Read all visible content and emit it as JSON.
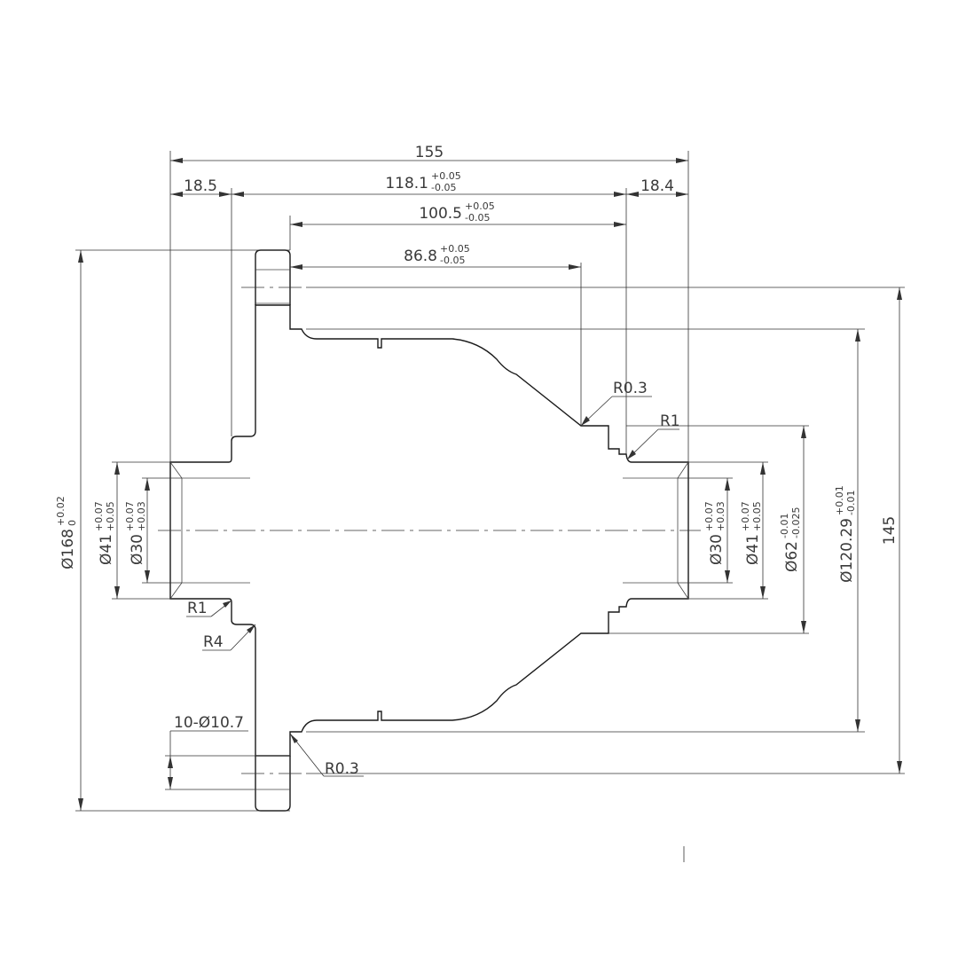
{
  "drawing": {
    "overall_length": "155",
    "left_flange": "18.5",
    "right_offset": "18.4",
    "len_118": {
      "base": "118.1",
      "upper": "+0.05",
      "lower": "-0.05"
    },
    "len_100": {
      "base": "100.5",
      "upper": "+0.05",
      "lower": "-0.05"
    },
    "len_86": {
      "base": "86.8",
      "upper": "+0.05",
      "lower": "-0.05"
    },
    "radius_r03_top": "R0.3",
    "radius_r1_right": "R1",
    "radius_r1_left": "R1",
    "radius_r4": "R4",
    "holes": "10-Ø10.7",
    "radius_r03_bottom": "R0.3",
    "dia_168": {
      "base": "Ø168",
      "upper": "+0.02",
      "lower": "0"
    },
    "dia_41_left": {
      "base": "Ø41",
      "upper": "+0.07",
      "lower": "+0.05"
    },
    "dia_30_left": {
      "base": "Ø30",
      "upper": "+0.07",
      "lower": "+0.03"
    },
    "dia_30_right": {
      "base": "Ø30",
      "upper": "+0.07",
      "lower": "+0.03"
    },
    "dia_41_right": {
      "base": "Ø41",
      "upper": "+0.07",
      "lower": "+0.05"
    },
    "dia_62": {
      "base": "Ø62",
      "upper": "-0.01",
      "lower": "-0.025"
    },
    "dia_120": {
      "base": "Ø120.29",
      "upper": "+0.01",
      "lower": "-0.01"
    },
    "height_145": "145"
  }
}
